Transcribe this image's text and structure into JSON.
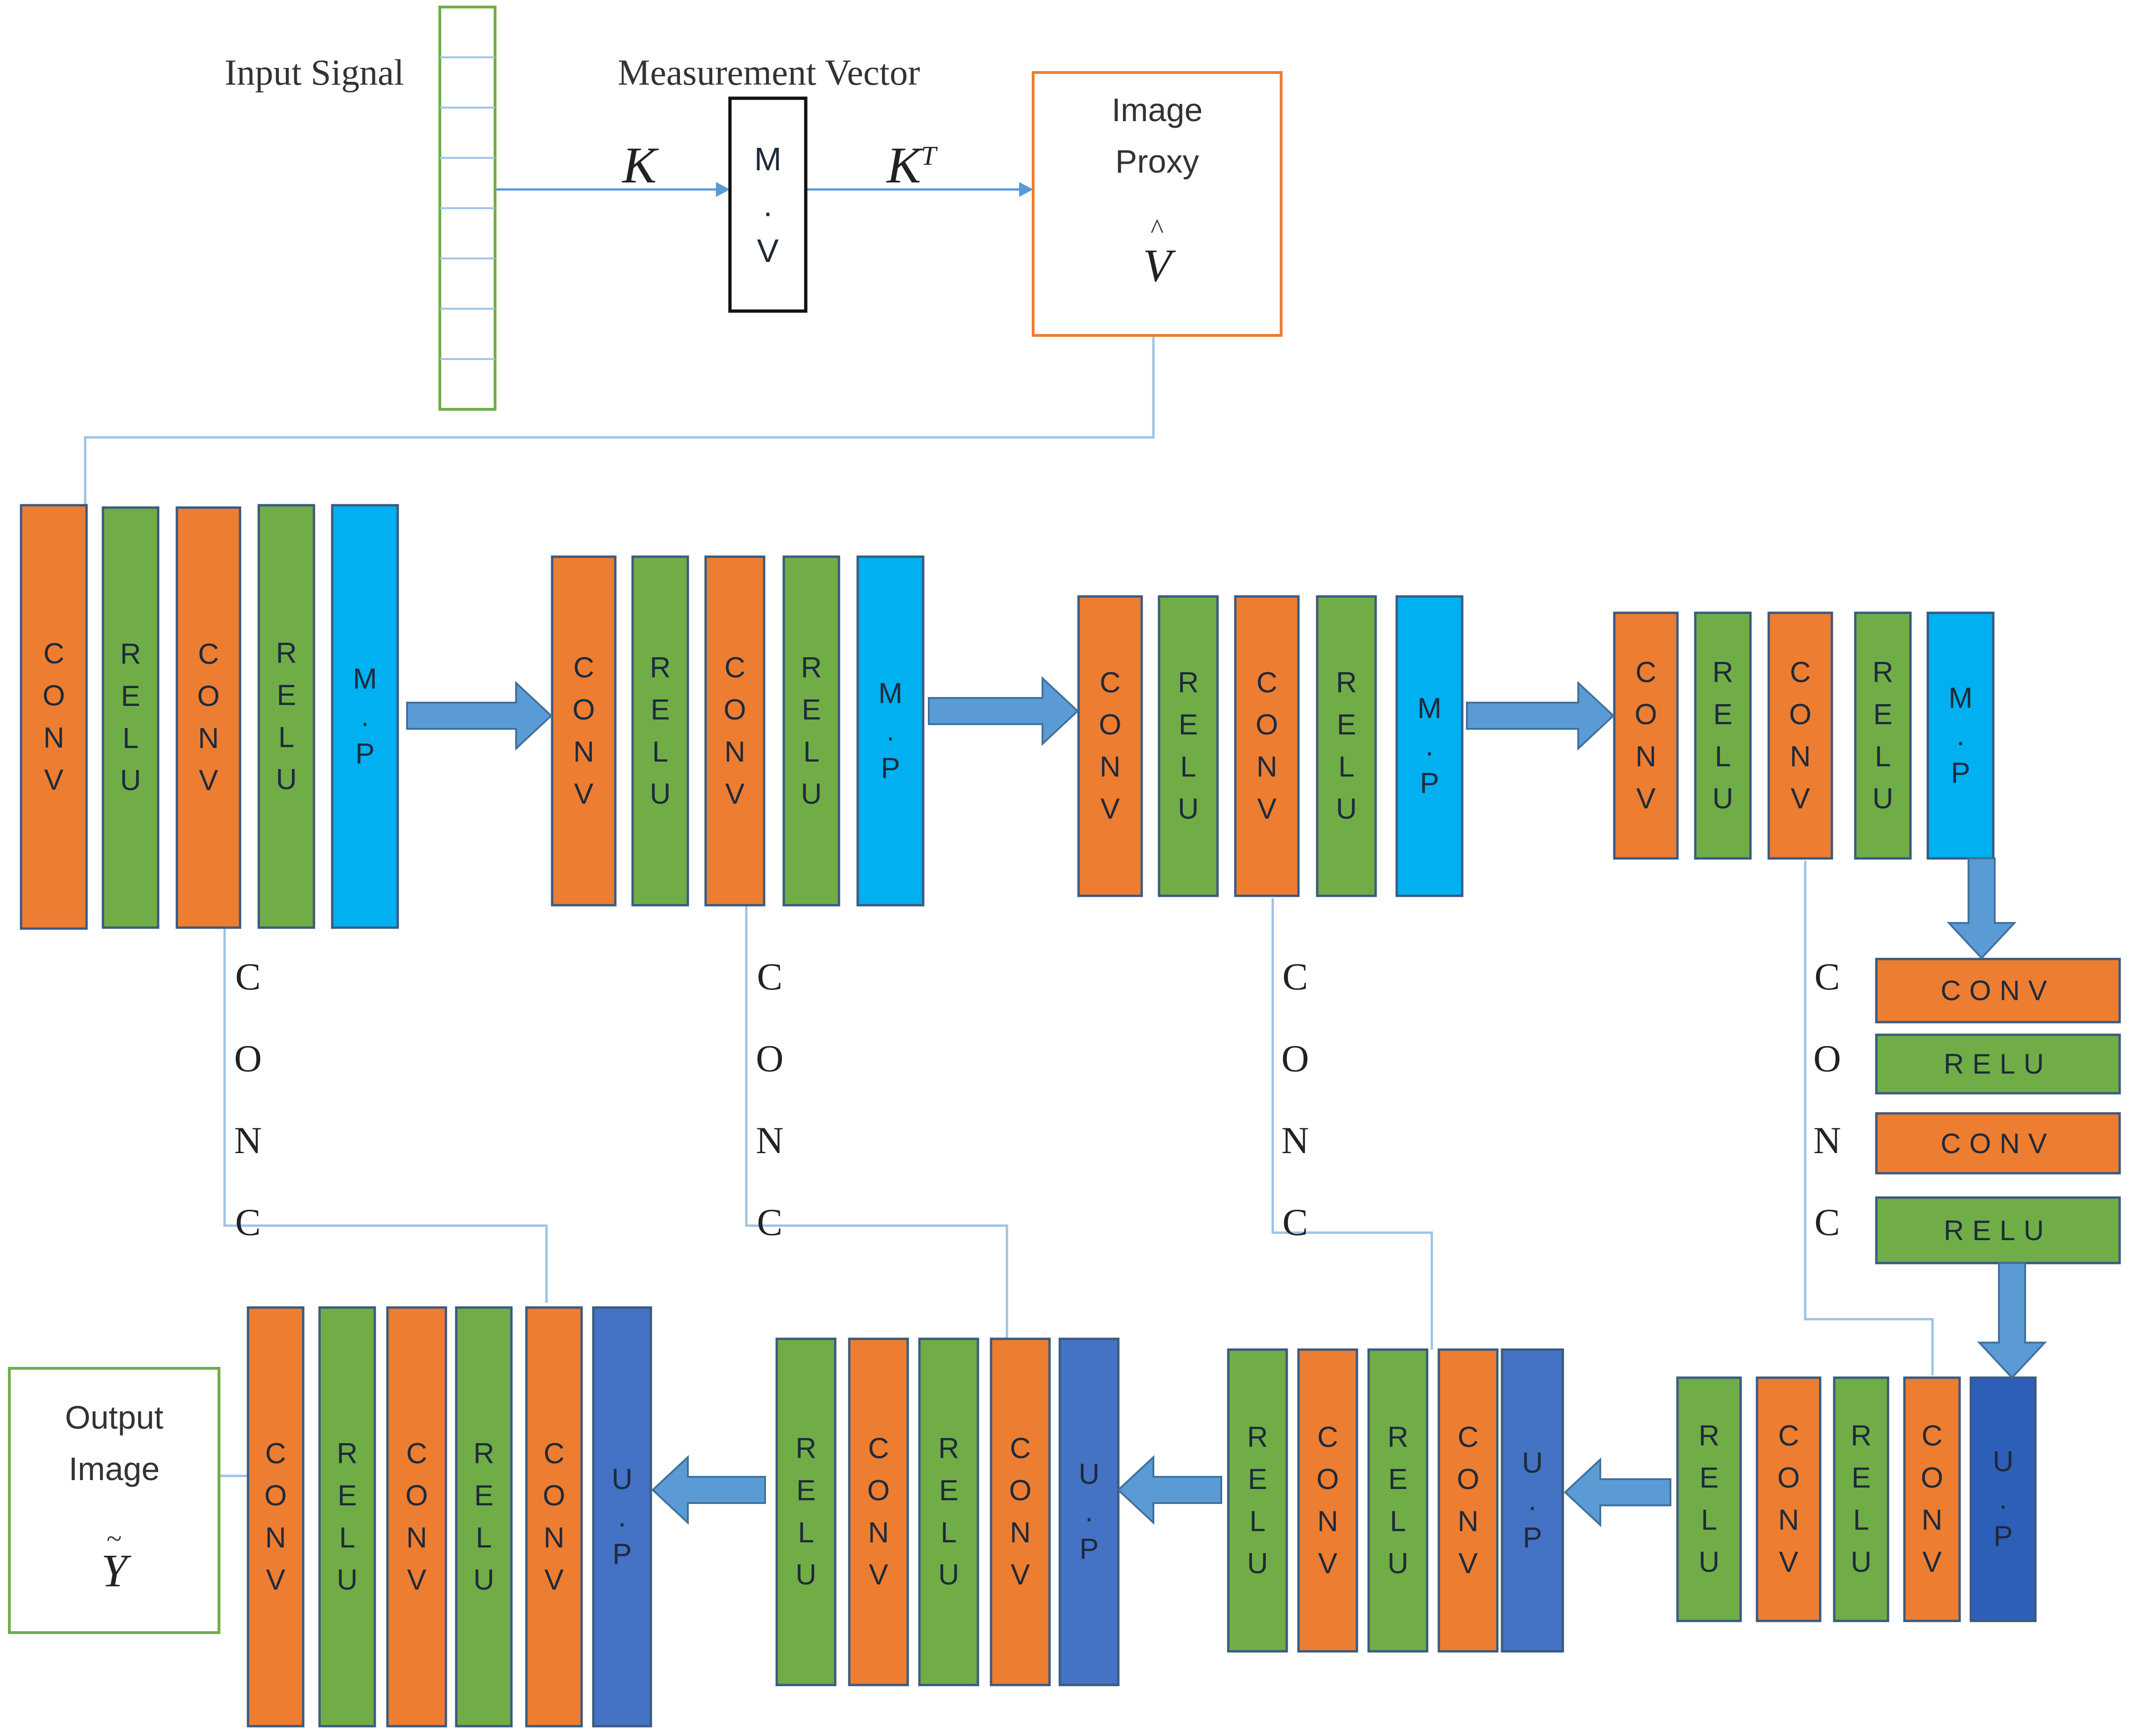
{
  "input_signal_label": "Input Signal",
  "measurement_vector_label": "Measurement Vector",
  "k_label": "K",
  "kt_label": "K",
  "kt_sup": "T",
  "mv_box": [
    "M",
    ".",
    "V"
  ],
  "image_proxy": {
    "line1": "Image",
    "line2": "Proxy",
    "symbol": "V",
    "accent": "^"
  },
  "output_image": {
    "line1": "Output",
    "line2": "Image",
    "symbol": "Y",
    "accent": "~"
  },
  "conc_letters": [
    "C",
    "O",
    "N",
    "C"
  ],
  "layer_labels": {
    "conv": "CONV",
    "conv_enc": "CONV",
    "conv_dec": "CONV",
    "relu": "RELU",
    "mp": "M.P",
    "up": "U.P"
  },
  "bottleneck": [
    "CONV",
    "RELU",
    "CONV",
    "RELU"
  ],
  "colors": {
    "conv": "#ed7d31",
    "relu": "#70ad47",
    "mp": "#00b0f0",
    "up": "#4472c4",
    "up_dark": "#2e5fb8",
    "arrow": "#5b9bd5",
    "line": "#9dc3e6",
    "input_border": "#70ad47",
    "proxy_border": "#ed7d31",
    "output_border": "#70ad47"
  }
}
